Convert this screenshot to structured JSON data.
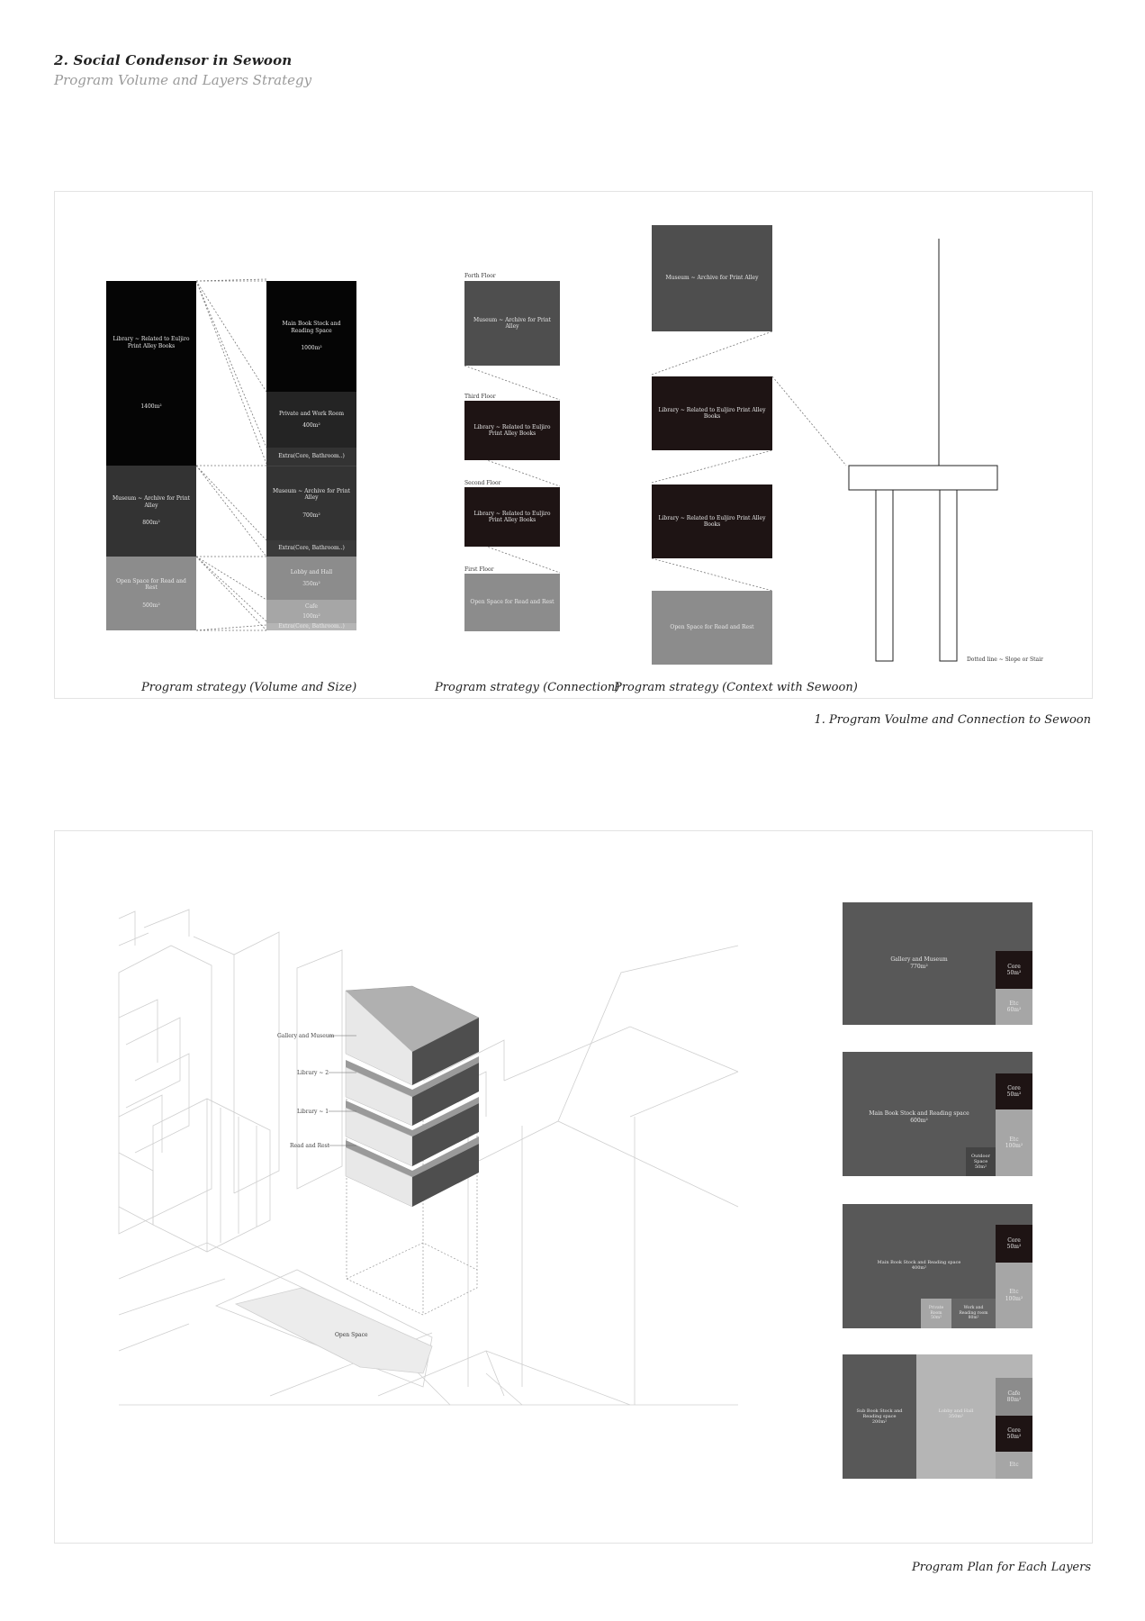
{
  "header": {
    "title": "2. Social Condensor in Sewoon",
    "subtitle": "Program Volume and Layers Strategy"
  },
  "panel1": {
    "caption_bottom_right": "1. Program Voulme and Connection to Sewoon",
    "volume": {
      "caption": "Program strategy (Volume and Size)",
      "left_blocks": [
        {
          "label": "Library ~ Related to Euljiro Print Alley Books",
          "area": "1400m²"
        },
        {
          "label": "Museum ~ Archive for Print Alley",
          "area": "800m²"
        },
        {
          "label": "Open Space for Read and Rest",
          "area": "500m²"
        }
      ],
      "right_blocks": [
        {
          "label": "Main Book Stock and Reading Space",
          "area": "1000m²"
        },
        {
          "label": "Private and Work Room",
          "area": "400m²"
        },
        {
          "label": "Extra(Core, Bathroom..)",
          "area": ""
        },
        {
          "label": "Museum ~ Archive for Print Alley",
          "area": "700m²"
        },
        {
          "label": "Extra(Core, Bathroom..)",
          "area": ""
        },
        {
          "label": "Lobby and Hall",
          "area": "350m²"
        },
        {
          "label": "Cafe",
          "area": "100m²"
        },
        {
          "label": "Extra(Core, Bathroom..)",
          "area": ""
        }
      ]
    },
    "connection": {
      "caption": "Program strategy (Connection)",
      "floors": [
        {
          "floor": "Forth Floor",
          "label": "Museum ~ Archive for Print Alley"
        },
        {
          "floor": "Third Floor",
          "label": "Library ~ Related to Euljiro Print Alley Books"
        },
        {
          "floor": "Second Floor",
          "label": "Library ~ Related to Euljiro Print Alley Books"
        },
        {
          "floor": "First Floor",
          "label": "Open Space for Read and Rest"
        }
      ]
    },
    "context": {
      "caption": "Program strategy (Context with Sewoon)",
      "blocks": [
        {
          "label": "Museum ~ Archive for Print Alley"
        },
        {
          "label": "Library ~ Related to Euljiro Print Alley Books"
        },
        {
          "label": "Library ~ Related to Euljiro Print Alley Books"
        },
        {
          "label": "Open Space for Read and Rest"
        }
      ],
      "note": "Dotted line ~ Slope or Stair"
    }
  },
  "panel2": {
    "caption_bottom_right": "Program Plan for Each Layers",
    "axon_labels": {
      "l1": "Gallery and Museum",
      "l2": "Library ~ 2",
      "l3": "Library ~ 1",
      "l4": "Read and Rest",
      "open_space": "Open Space"
    },
    "plans": [
      {
        "main": {
          "label": "Gallery and Museum",
          "area": "770m²"
        },
        "core": {
          "label": "Core",
          "area": "50m²"
        },
        "etc": {
          "label": "Etc",
          "area": "60m²"
        }
      },
      {
        "main": {
          "label": "Main Book Stock and Reading space",
          "area": "600m²"
        },
        "core": {
          "label": "Core",
          "area": "50m²"
        },
        "etc": {
          "label": "Etc",
          "area": "100m²"
        },
        "extra": {
          "label": "Outdoor Space",
          "area": "50m²"
        }
      },
      {
        "main": {
          "label": "Main Book Stock and Reading space",
          "area": "400m²"
        },
        "core": {
          "label": "Core",
          "area": "50m²"
        },
        "etc": {
          "label": "Etc",
          "area": "100m²"
        },
        "extra1": {
          "label": "Private Room",
          "area": "50m²"
        },
        "extra2": {
          "label": "Work and Reading room",
          "area": "80m²"
        }
      },
      {
        "main": {
          "label": "Sub Book Stock and Reading space",
          "area": "200m²"
        },
        "lobby": {
          "label": "Lobby and Hall",
          "area": "350m²"
        },
        "cafe": {
          "label": "Cafe",
          "area": "80m²"
        },
        "core": {
          "label": "Core",
          "area": "50m²"
        },
        "etc": {
          "label": "Etc",
          "area": ""
        }
      }
    ]
  }
}
